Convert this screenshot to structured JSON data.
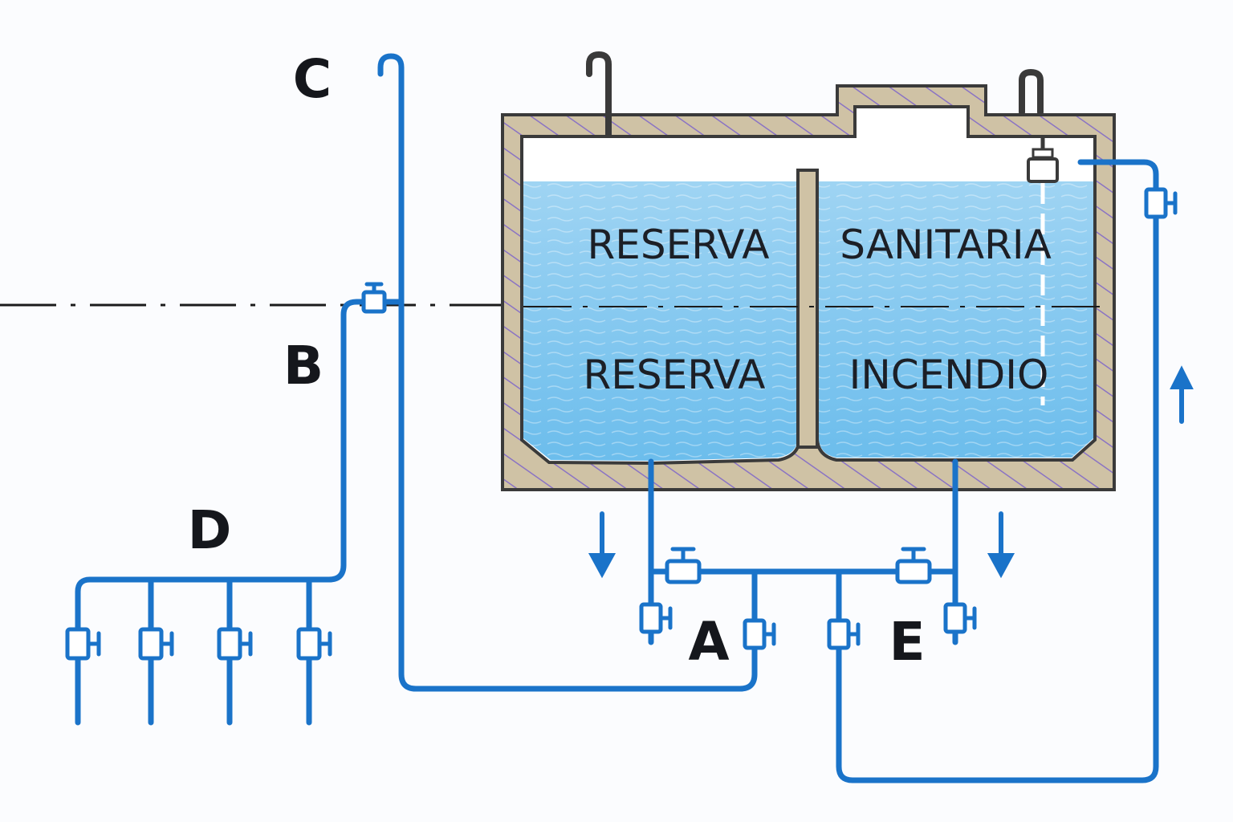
{
  "colors": {
    "pipe": "#1a73c9",
    "water_top": "#9fd4f3",
    "water_bottom": "#6cbdec",
    "tank_wall": "#cfc2a5",
    "tank_outline": "#3a3a3a",
    "hatch": "#8a73c4",
    "label": "#15171c"
  },
  "tank": {
    "compartments": [
      {
        "name": "left",
        "upper_label": "RESERVA",
        "lower_label": "RESERVA"
      },
      {
        "name": "right",
        "upper_label": "SANITARIA",
        "lower_label": "INCENDIO"
      }
    ]
  },
  "labels": {
    "a": "A",
    "b": "B",
    "c": "C",
    "d": "D",
    "e": "E"
  },
  "icons": [
    "valve-icon",
    "gate-valve-icon",
    "float-valve-icon",
    "flow-arrow-down-icon",
    "flow-arrow-up-icon",
    "vent-pipe-icon"
  ]
}
